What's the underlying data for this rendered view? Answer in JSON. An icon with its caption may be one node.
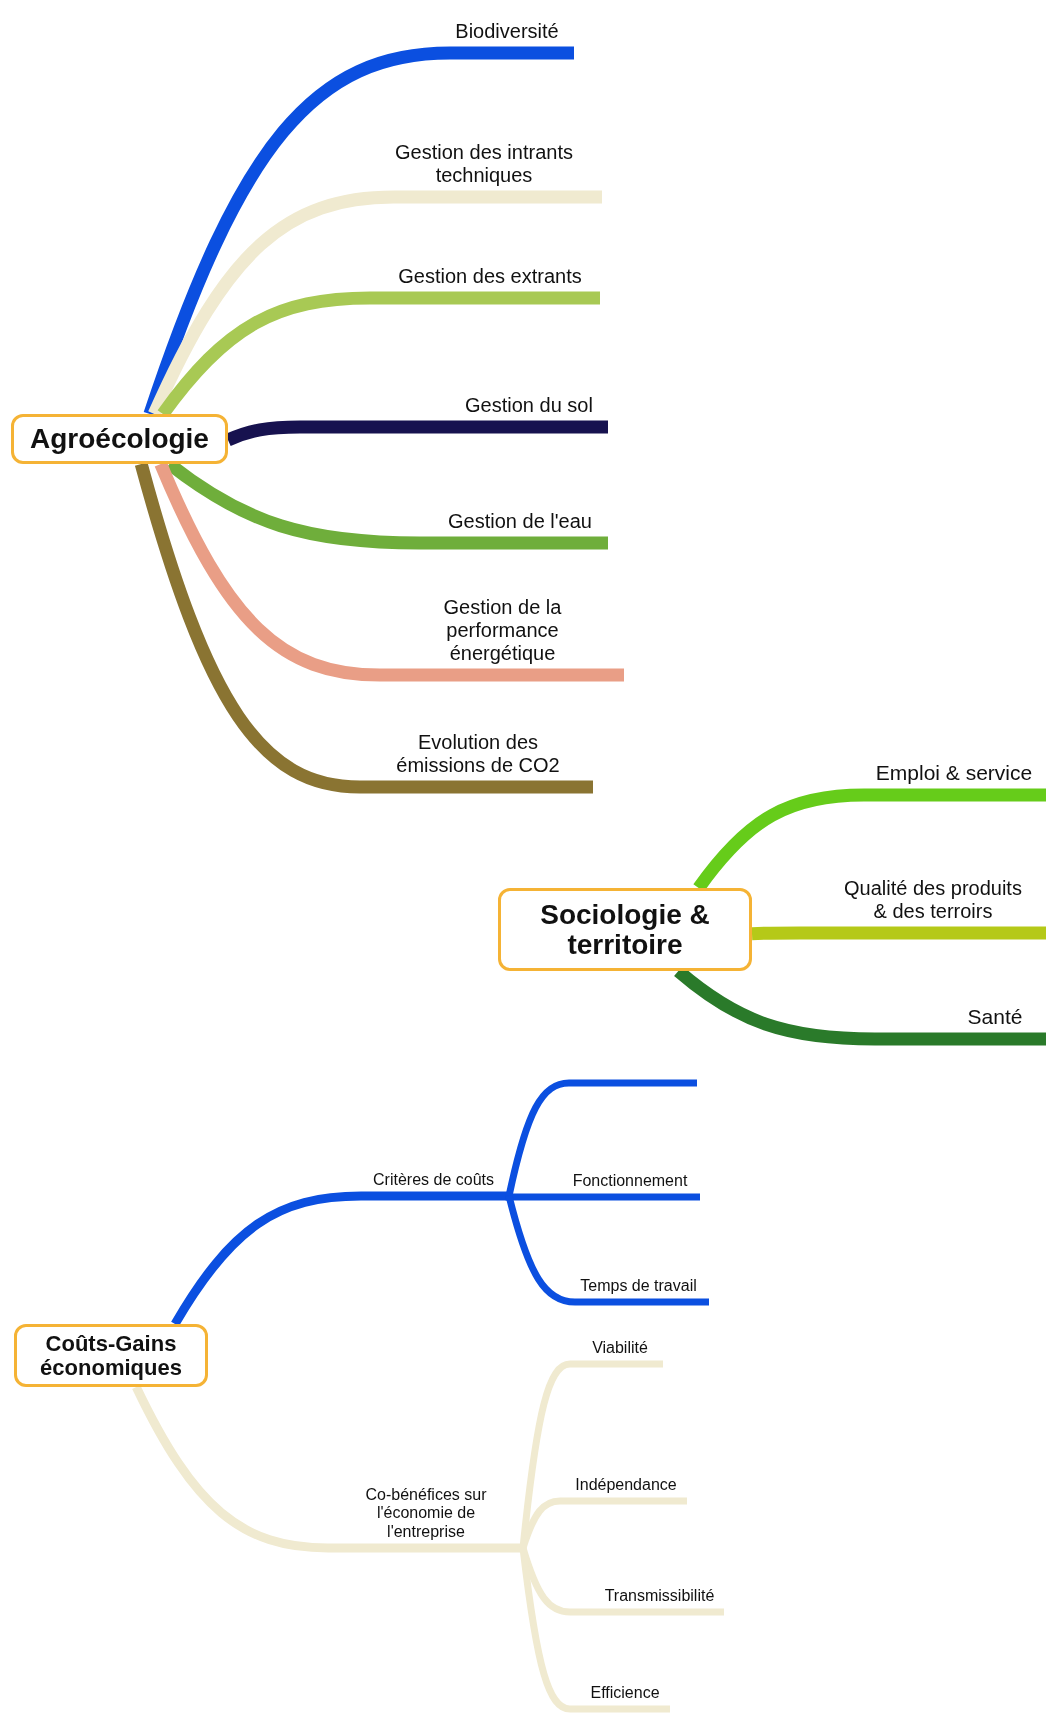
{
  "diagram": {
    "nodes": [
      {
        "text": [
          "Agroécologie"
        ]
      },
      {
        "text": [
          "Biodiversité"
        ]
      },
      {
        "text": [
          "Gestion des intrants techniques"
        ]
      },
      {
        "text": [
          "Gestion des extrants"
        ]
      },
      {
        "text": [
          "Gestion du sol"
        ]
      },
      {
        "text": [
          "Gestion de l'eau"
        ]
      },
      {
        "text": [
          "Gestion de la performance énergétique"
        ]
      },
      {
        "text": [
          "Evolution des émissions de CO2"
        ]
      },
      {
        "text": [
          "Sociologie & territoire"
        ]
      },
      {
        "text": [
          "Emploi & service"
        ]
      },
      {
        "text": [
          "Qualité des produits & des terroirs"
        ]
      },
      {
        "text": [
          "Santé"
        ]
      },
      {
        "text": [
          "Coûts-Gains économiques"
        ]
      },
      {
        "text": [
          "Critères de coûts"
        ]
      },
      {
        "text": [
          "Fonctionnement"
        ]
      },
      {
        "text": [
          "Temps de travail"
        ]
      },
      {
        "text": [
          "Co-bénéfices sur l'économie de l'entreprise"
        ]
      },
      {
        "text": [
          "Viabilité"
        ]
      },
      {
        "text": [
          "Indépendance"
        ]
      },
      {
        "text": [
          "Transmissibilité"
        ]
      },
      {
        "text": [
          "Efficience"
        ]
      }
    ],
    "edges": [
      {
        "from": 0,
        "to": 1,
        "arrow": "none",
        "color": "#0b4fe0"
      },
      {
        "from": 0,
        "to": 2,
        "arrow": "none",
        "color": "#f0ead0"
      },
      {
        "from": 0,
        "to": 3,
        "arrow": "none",
        "color": "#a8c954"
      },
      {
        "from": 0,
        "to": 4,
        "arrow": "none",
        "color": "#17124f"
      },
      {
        "from": 0,
        "to": 5,
        "arrow": "none",
        "color": "#6fae3b"
      },
      {
        "from": 0,
        "to": 6,
        "arrow": "none",
        "color": "#e99e86"
      },
      {
        "from": 0,
        "to": 7,
        "arrow": "none",
        "color": "#8a7432"
      },
      {
        "from": 8,
        "to": 9,
        "arrow": "none",
        "color": "#66cc1a"
      },
      {
        "from": 8,
        "to": 10,
        "arrow": "none",
        "color": "#b5c918"
      },
      {
        "from": 8,
        "to": 11,
        "arrow": "none",
        "color": "#2a7a2a"
      },
      {
        "from": 12,
        "to": 13,
        "arrow": "none",
        "color": "#0b4fe0"
      },
      {
        "from": 13,
        "to": null,
        "arrow": "none",
        "color": "#0b4fe0"
      },
      {
        "from": 13,
        "to": 14,
        "arrow": "none",
        "color": "#0b4fe0"
      },
      {
        "from": 13,
        "to": 15,
        "arrow": "none",
        "color": "#0b4fe0"
      },
      {
        "from": 12,
        "to": 16,
        "arrow": "none",
        "color": "#f0ead0"
      },
      {
        "from": 16,
        "to": 17,
        "arrow": "none",
        "color": "#f0ead0"
      },
      {
        "from": 16,
        "to": 18,
        "arrow": "none",
        "color": "#f0ead0"
      },
      {
        "from": 16,
        "to": 19,
        "arrow": "none",
        "color": "#f0ead0"
      },
      {
        "from": 16,
        "to": 20,
        "arrow": "none",
        "color": "#f0ead0"
      }
    ]
  }
}
